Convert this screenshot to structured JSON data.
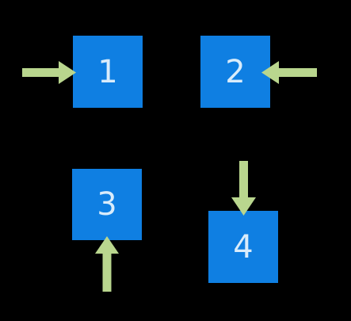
{
  "colors": {
    "background": "#000000",
    "box_fill": "#0f7fe2",
    "box_text": "#d9ecfb",
    "arrow": "#b9d68e"
  },
  "boxes": [
    {
      "label": "1",
      "arrow_direction": "right"
    },
    {
      "label": "2",
      "arrow_direction": "left"
    },
    {
      "label": "3",
      "arrow_direction": "up"
    },
    {
      "label": "4",
      "arrow_direction": "down"
    }
  ]
}
